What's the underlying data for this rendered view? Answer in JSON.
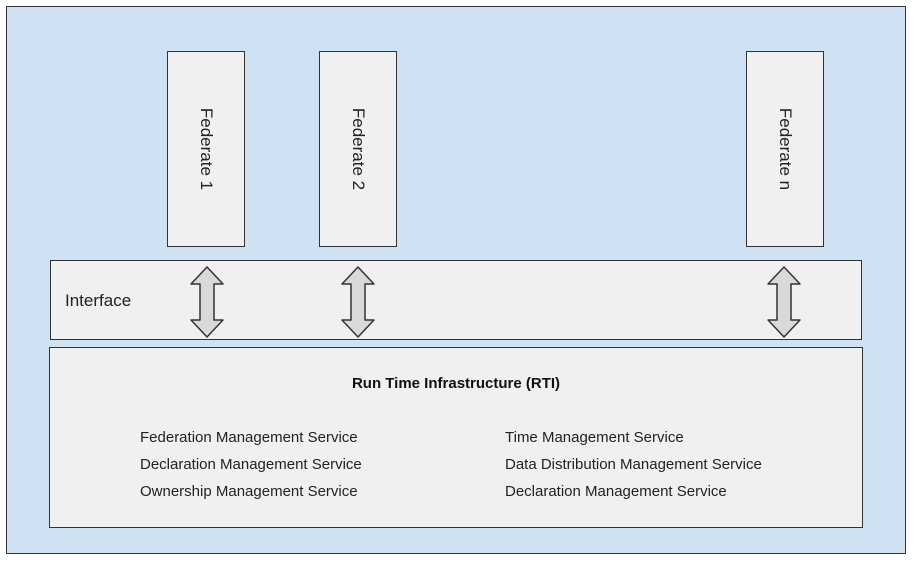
{
  "federates": [
    {
      "label": "Federate 1"
    },
    {
      "label": "Federate 2"
    },
    {
      "label": "Federate n"
    }
  ],
  "interface": {
    "label": "Interface"
  },
  "rti": {
    "title": "Run Time Infrastructure (RTI)",
    "services_left": [
      "Federation Management Service",
      "Declaration Management Service",
      "Ownership Management Service"
    ],
    "services_right": [
      "Time Management Service",
      "Data Distribution Management Service",
      "Declaration Management Service"
    ]
  },
  "colors": {
    "background": "#cfe2f3",
    "box_fill": "#f0f0f0",
    "arrow_fill": "#d9d9d9",
    "border": "#333333"
  }
}
